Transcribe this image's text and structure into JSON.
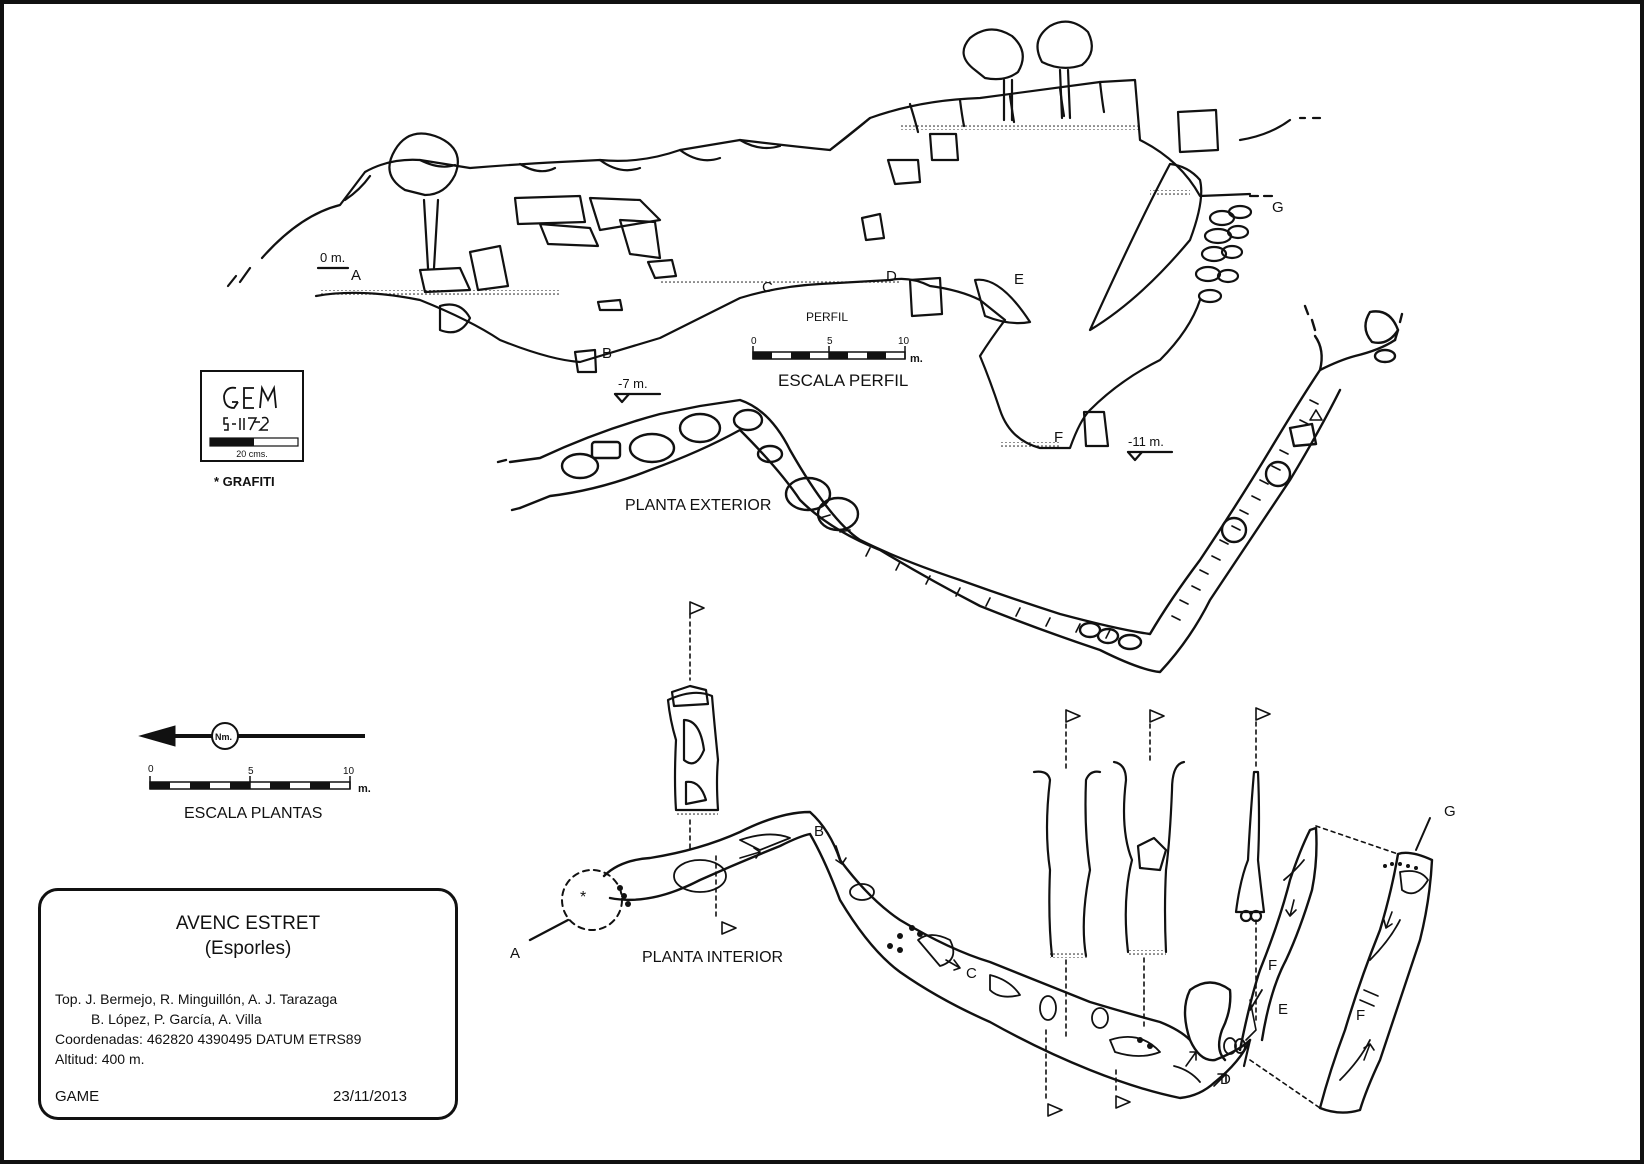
{
  "labels": {
    "profile_zero": "0 m.",
    "profile_depth_b": "-7 m.",
    "profile_depth_f": "-11 m.",
    "perfil": "PERFIL",
    "planta_exterior": "PLANTA EXTERIOR",
    "planta_interior": "PLANTA INTERIOR",
    "point_a": "A",
    "point_b": "B",
    "point_c": "C",
    "point_d": "D",
    "point_e": "E",
    "point_f": "F",
    "point_g": "G",
    "north": "Nm."
  },
  "scale_perfil": {
    "label": "ESCALA PERFIL",
    "ticks": [
      "0",
      "5",
      "10"
    ],
    "unit": "m."
  },
  "scale_plantas": {
    "label": "ESCALA PLANTAS",
    "ticks": [
      "0",
      "5",
      "10"
    ],
    "unit": "m."
  },
  "graffiti": {
    "text": "GEM",
    "date_text": "5-11-72",
    "scale_label": "20 cms.",
    "note": "* GRAFITI"
  },
  "info": {
    "title": "AVENC ESTRET",
    "subtitle": "(Esporles)",
    "topographers_line1": "Top.  J. Bermejo, R. Minguillón, A. J. Tarazaga",
    "topographers_line2": "B. López, P. García, A. Villa",
    "coordinates": "Coordenadas: 462820 4390495 DATUM ETRS89",
    "altitude": "Altitud: 400 m.",
    "organization": "GAME",
    "date": "23/11/2013"
  }
}
